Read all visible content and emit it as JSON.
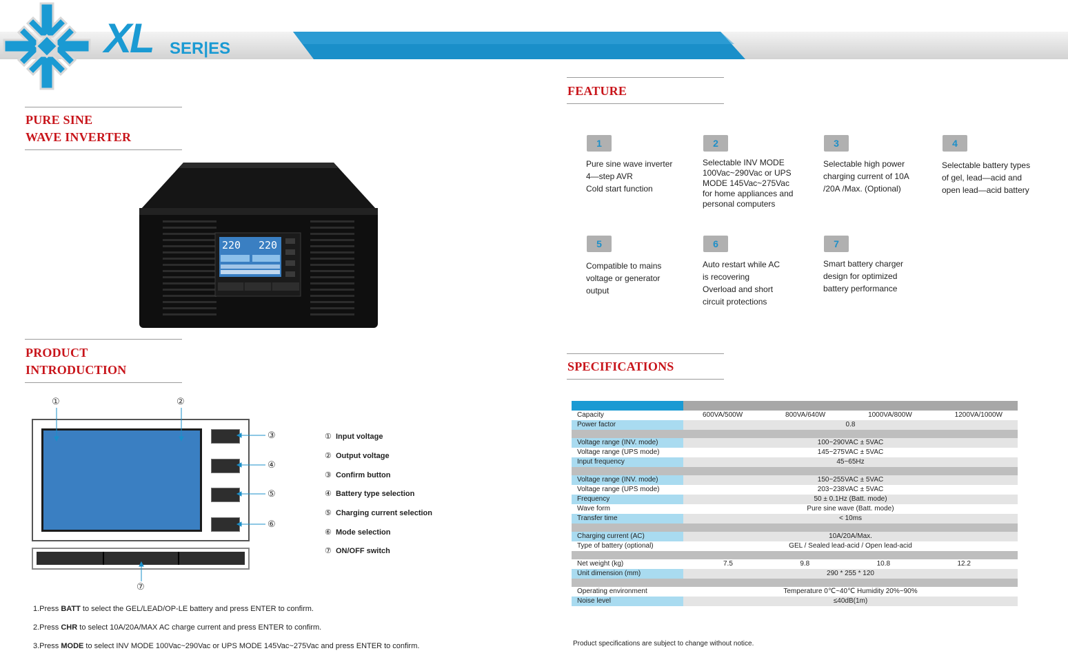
{
  "header": {
    "series_big": "XL",
    "series_small": "SER|ES"
  },
  "left": {
    "title_line1": "PURE SINE",
    "title_line2": "WAVE INVERTER",
    "intro_line1": "PRODUCT",
    "intro_line2": "INTRODUCTION",
    "lcd_value_left": "220",
    "lcd_value_right": "220",
    "callouts": [
      "①",
      "②",
      "③",
      "④",
      "⑤",
      "⑥",
      "⑦"
    ],
    "legend": [
      {
        "num": "①",
        "label": "Input voltage"
      },
      {
        "num": "②",
        "label": "Output voltage"
      },
      {
        "num": "③",
        "label": "Confirm button"
      },
      {
        "num": "④",
        "label": "Battery type selection"
      },
      {
        "num": "⑤",
        "label": "Charging current selection"
      },
      {
        "num": "⑥",
        "label": "Mode selection"
      },
      {
        "num": "⑦",
        "label": "ON/OFF switch"
      }
    ],
    "notes": [
      {
        "pre": "1.Press ",
        "key": "BATT",
        "post": "  to select the GEL/LEAD/OP-LE battery and press ENTER to confirm."
      },
      {
        "pre": "2.Press ",
        "key": "CHR",
        "post": " to select 10A/20A/MAX AC charge current and press ENTER to confirm."
      },
      {
        "pre": "3.Press ",
        "key": "MODE",
        "post": " to select INV MODE 100Vac~290Vac  or UPS MODE 145Vac~275Vac and press ENTER to confirm."
      }
    ]
  },
  "feature": {
    "title": "FEATURE",
    "items": [
      {
        "num": "1",
        "text": "Pure sine wave inverter\n4—step AVR\nCold start function"
      },
      {
        "num": "2",
        "text": "Selectable INV MODE\n100Vac~290Vac  or UPS\nMODE 145Vac~275Vac\nfor home appliances and\npersonal computers"
      },
      {
        "num": "3",
        "text": "Selectable high power\ncharging current of 10A\n/20A /Max.  (Optional)"
      },
      {
        "num": "4",
        "text": "Selectable battery types\nof gel, lead—acid and\nopen lead—acid battery"
      },
      {
        "num": "5",
        "text": "Compatible to mains\nvoltage or generator\noutput"
      },
      {
        "num": "6",
        "text": "Auto restart while AC\nis recovering\nOverload and short\ncircuit protections"
      },
      {
        "num": "7",
        "text": "Smart battery charger\ndesign for optimized\nbattery performance"
      }
    ]
  },
  "specs": {
    "title": "SPECIFICATIONS",
    "capacity_label": "Capacity",
    "capacities": [
      "600VA/500W",
      "800VA/640W",
      "1000VA/800W",
      "1200VA/1000W"
    ],
    "power_factor_label": "Power factor",
    "power_factor": "0.8",
    "input": [
      {
        "label": "Voltage range (INV. mode)",
        "value": "100~290VAC ± 5VAC"
      },
      {
        "label": "Voltage range (UPS mode)",
        "value": "145~275VAC ± 5VAC"
      },
      {
        "label": "Input frequency",
        "value": "45~65Hz"
      }
    ],
    "output": [
      {
        "label": "Voltage range (INV. mode)",
        "value": "150~255VAC ± 5VAC"
      },
      {
        "label": "Voltage range (UPS mode)",
        "value": "203~238VAC ± 5VAC"
      },
      {
        "label": "Frequency",
        "value": "50 ± 0.1Hz (Batt. mode)"
      },
      {
        "label": "Wave form",
        "value": "Pure sine wave (Batt. mode)"
      },
      {
        "label": "Transfer time",
        "value": "< 10ms"
      }
    ],
    "battery": [
      {
        "label": "Charging current (AC)",
        "value": "10A/20A/Max."
      },
      {
        "label": "Type of battery (optional)",
        "value": "GEL / Sealed lead-acid / Open lead-acid"
      }
    ],
    "net_weight_label": "Net weight (kg)",
    "net_weights": [
      "7.5",
      "9.8",
      "10.8",
      "12.2"
    ],
    "unit_dimension_label": "Unit dimension (mm)",
    "unit_dimension": "290 * 255 * 120",
    "environment": [
      {
        "label": "Operating environment",
        "value": "Temperature 0℃~40℃  Humidity 20%~90%"
      },
      {
        "label": "Noise level",
        "value": "≤40dB(1m)"
      }
    ],
    "footnote": "Product specifications are subject to change without notice."
  },
  "colors": {
    "brand_blue": "#1a8fc9",
    "title_red": "#c8151b",
    "lcd_blue": "#3a7fc2"
  }
}
